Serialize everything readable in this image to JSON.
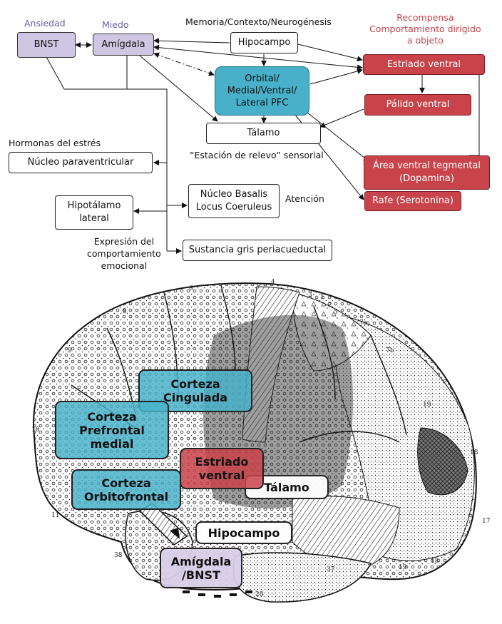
{
  "flow": {
    "labels": {
      "ansiedad": "Ansiedad",
      "miedo": "Miedo",
      "memoria": "Memoria/Contexto/Neurogénesis",
      "recompensa": "Recompensa\nComportamiento dirigido\na objeto",
      "hormonas": "Hormonas del estrés",
      "estacion": "“Estación de relevo” sensorial",
      "atencion": "Atención",
      "expresion": "Expresión del\ncomportamiento\nemocional"
    },
    "nodes": {
      "bnst": "BNST",
      "amigdala": "Amígdala",
      "hipocampo": "Hipocampo",
      "pfc": "Orbital/\nMedial/Ventral/\nLateral PFC",
      "talamo": "Tálamo",
      "estriado": "Estriado ventral",
      "palido": "Pálido ventral",
      "avt": "Área ventral tegmental\n(Dopamina)",
      "rafe": "Rafe (Serotonina)",
      "paraventricular": "Núcleo paraventricular",
      "hipotalamo": "Hipotálamo\nlateral",
      "basalis": "Núcleo Basalis\nLocus Coeruleus",
      "periacueductal": "Sustancia gris periacueductal"
    }
  },
  "brain": {
    "regions": {
      "cingulada": "Corteza\nCingulada",
      "prefrontal": "Corteza\nPrefrontal\nmedial",
      "estriado": "Estriado\nventral",
      "talamo": "Tálamo",
      "orbitofrontal": "Corteza\nOrbitofrontal",
      "hipocampo": "Hipocampo",
      "amigdala": "Amígdala\n/BNST"
    },
    "area_numbers": [
      "6",
      "4",
      "3",
      "1",
      "2",
      "5",
      "8",
      "7a",
      "7b",
      "9",
      "19",
      "10",
      "18",
      "11",
      "17",
      "38",
      "37",
      "19",
      "18",
      "20"
    ]
  },
  "colors": {
    "purple_box": "#cfc6e3",
    "purple_text": "#6a5aa8",
    "red_box": "#c8444a",
    "teal_box": "#48b1c9"
  }
}
